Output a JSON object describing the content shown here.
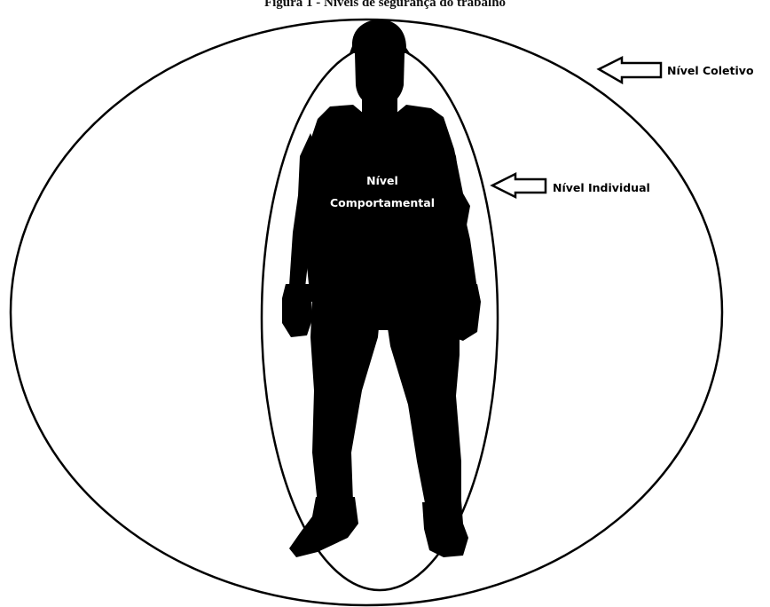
{
  "figure": {
    "caption": "Figura 1 - Níveis de segurança do trabalho"
  },
  "labels": {
    "coletivo": "Nível Coletivo",
    "individual": "Nível Individual",
    "comportamental_line1": "Nível",
    "comportamental_line2": "Comportamental"
  },
  "colors": {
    "silhouette": "#000000",
    "outline": "#000000",
    "background": "#ffffff"
  },
  "icons": {
    "arrows": "left-pointing outline arrow"
  }
}
